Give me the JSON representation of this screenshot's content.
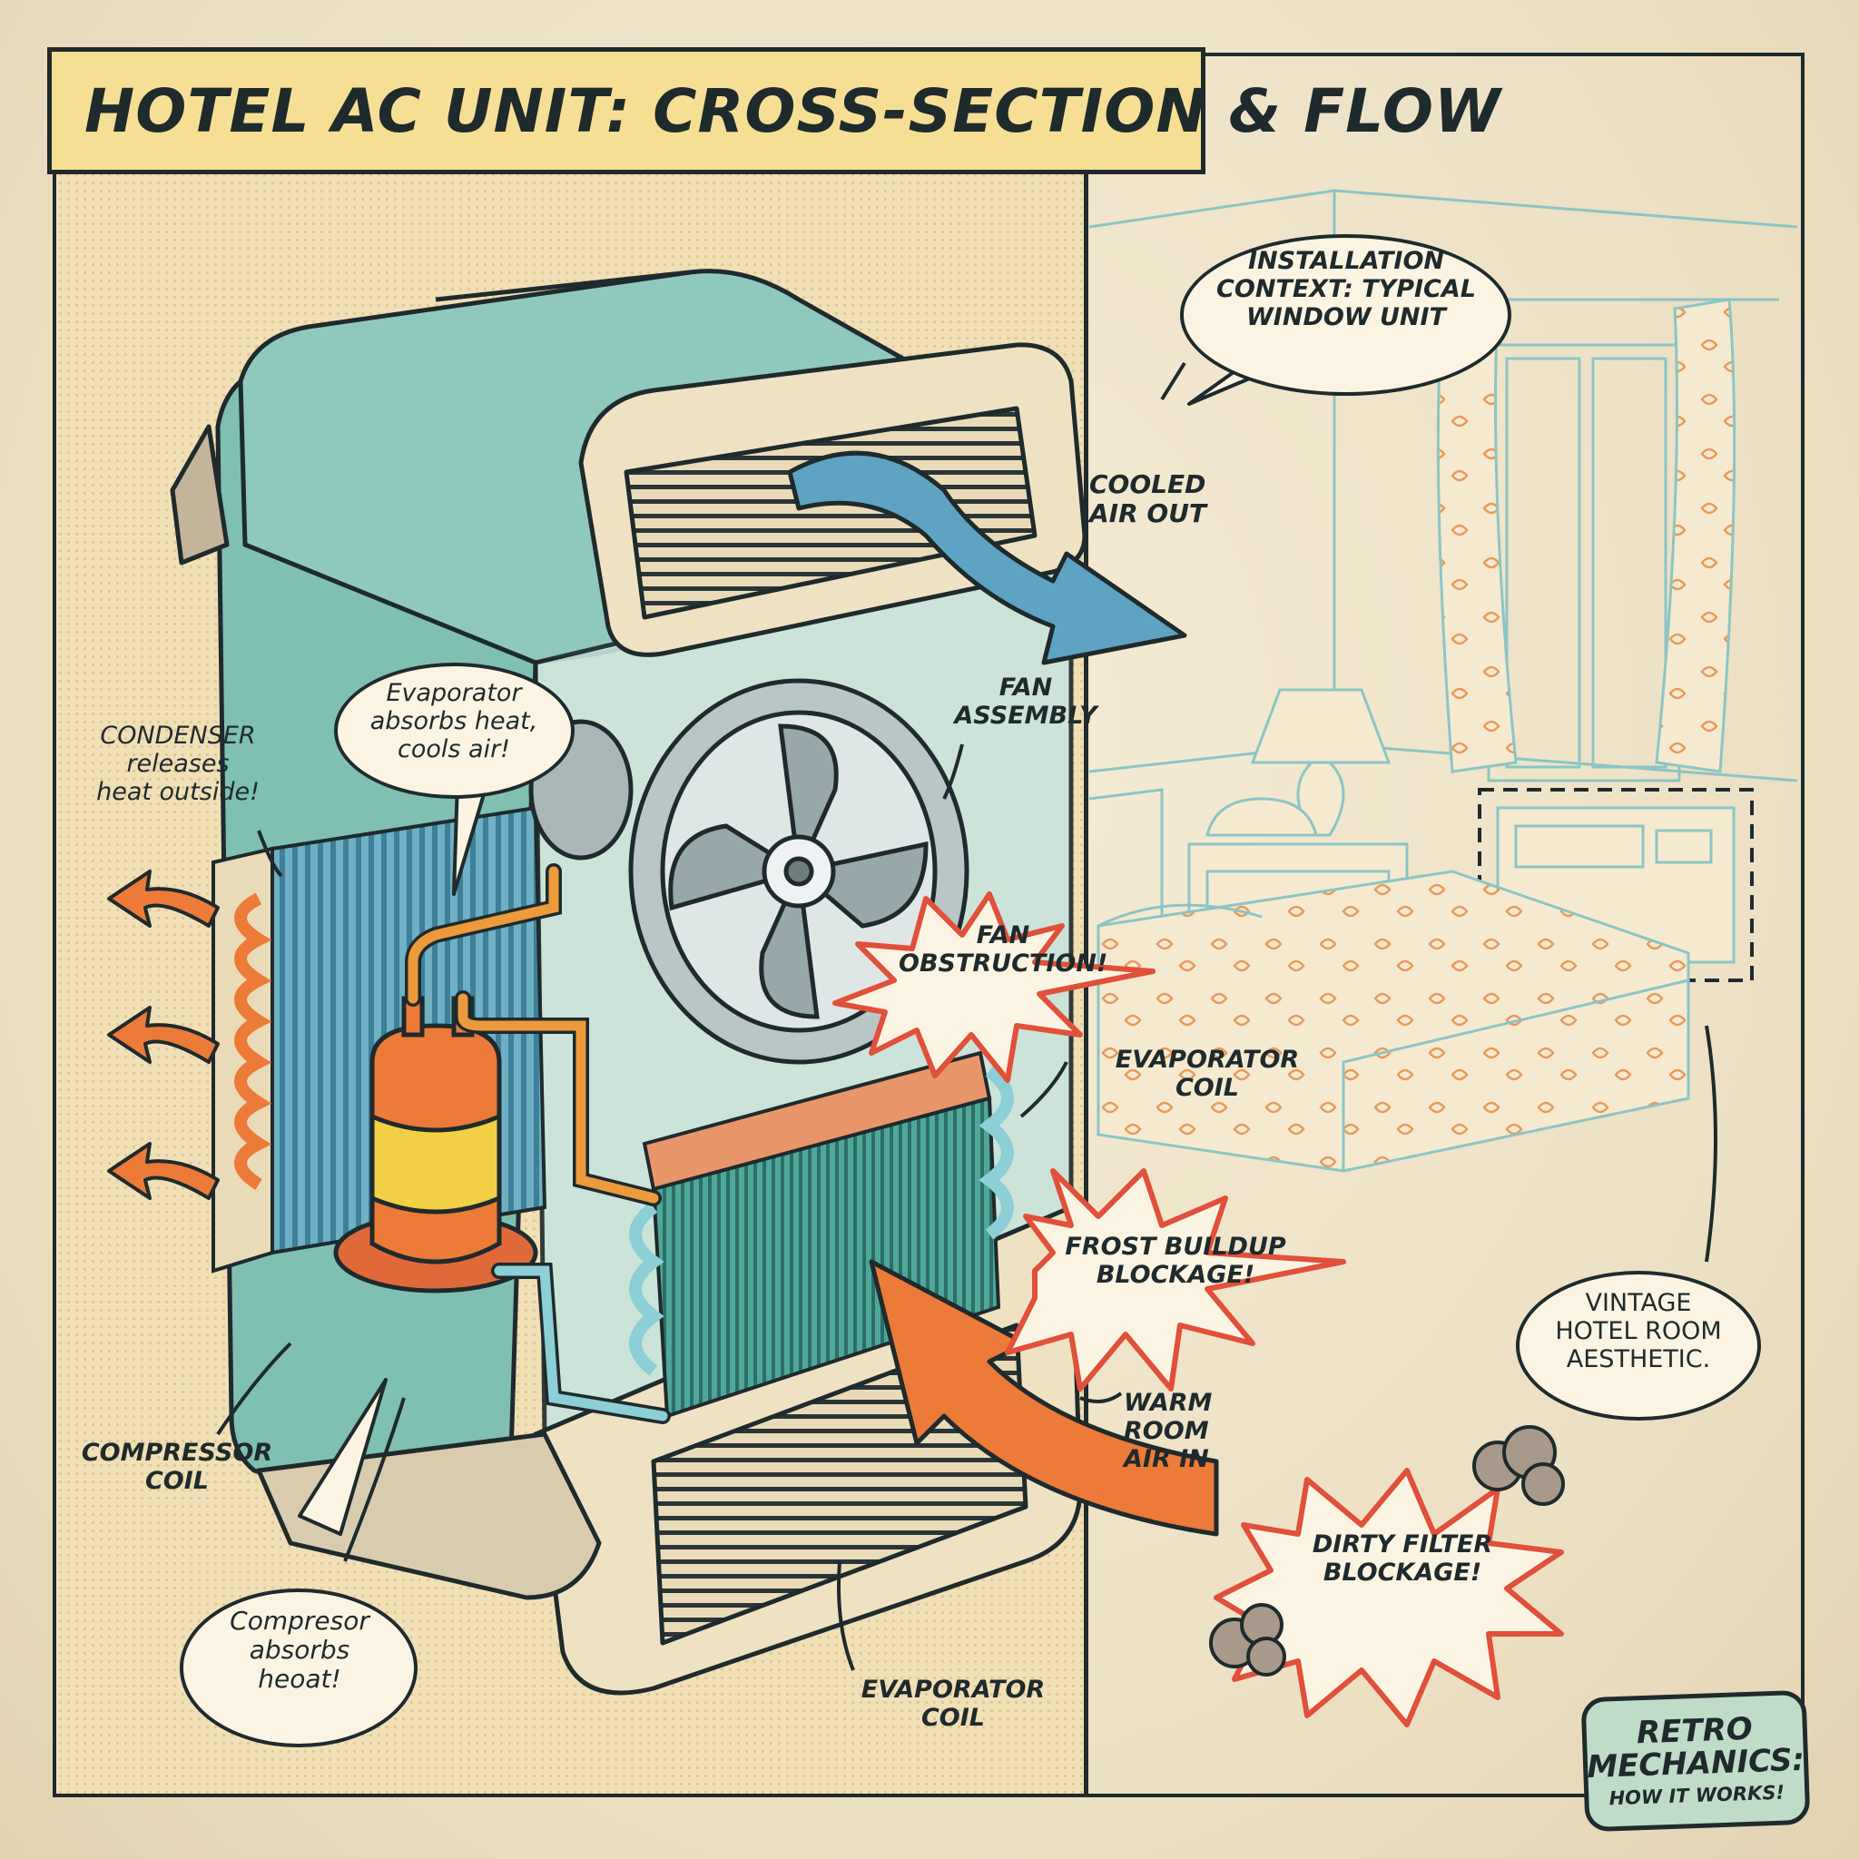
{
  "title": "HOTEL AC UNIT: CROSS-SECTION & FLOW",
  "labels": {
    "installation_context": "INSTALLATION\nCONTEXT: TYPICAL\nWINDOW UNIT",
    "cooled_air_out": "COOLED\nAIR OUT",
    "fan_assembly": "FAN\nASSEMBLY",
    "fan_obstruction": "FAN\nOBSTRUCTION!",
    "evaporator_coil_right": "EVAPORATOR\nCOIL",
    "frost_buildup": "FROST BUILDUP\nBLOCKAGE!",
    "warm_room_air_in": "WARM\nROOM\nAIR IN",
    "dirty_filter": "DIRTY FILTER\nBLOCKAGE!",
    "evaporator_coil_bottom": "EVAPORATOR\nCOIL",
    "vintage_hotel": "VINTAGE\nHOTEL ROOM\nAESTHETIC.",
    "condenser": "CONDENSER\nreleases\nheat outside!",
    "evaporator_bubble": "Evaporator\nabsorbs heat,\ncools air!",
    "compressor_coil": "COMPRESSOR\nCOIL",
    "compressor_bubble": "Compresor\nabsorbs\nheoat!"
  },
  "badge": {
    "line1": "RETRO\nMECHANICS:",
    "line2": "HOW IT WORKS!"
  },
  "colors": {
    "unit_teal": "#8fc9bd",
    "unit_cream": "#efe2c2",
    "outline": "#1f2a2c",
    "hot_orange": "#ec7a38",
    "cool_blue": "#5fa3c2",
    "alert_red": "#e0503a",
    "compressor_yellow": "#f2cf45"
  }
}
